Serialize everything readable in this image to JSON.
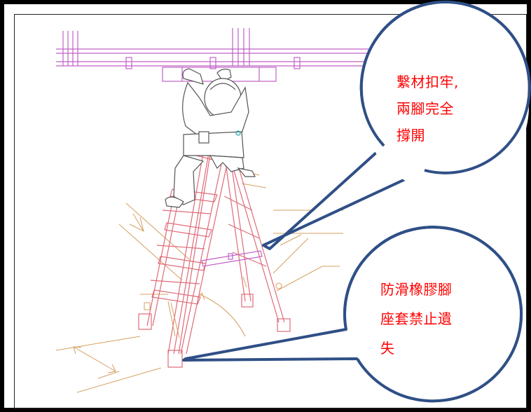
{
  "callouts": {
    "top": {
      "lines": [
        "繫材扣牢,",
        "兩腳完全",
        "撐開"
      ]
    },
    "bottom": {
      "lines": [
        "防滑橡膠腳",
        "座套禁止遺",
        "失"
      ]
    }
  },
  "colors": {
    "bubble_stroke": "#2f4f86",
    "callout_text": "#ff0000",
    "ladder": "#e06a78",
    "pipe": "#c060c8",
    "dimension": "#d4a060",
    "worker": "#555555"
  }
}
